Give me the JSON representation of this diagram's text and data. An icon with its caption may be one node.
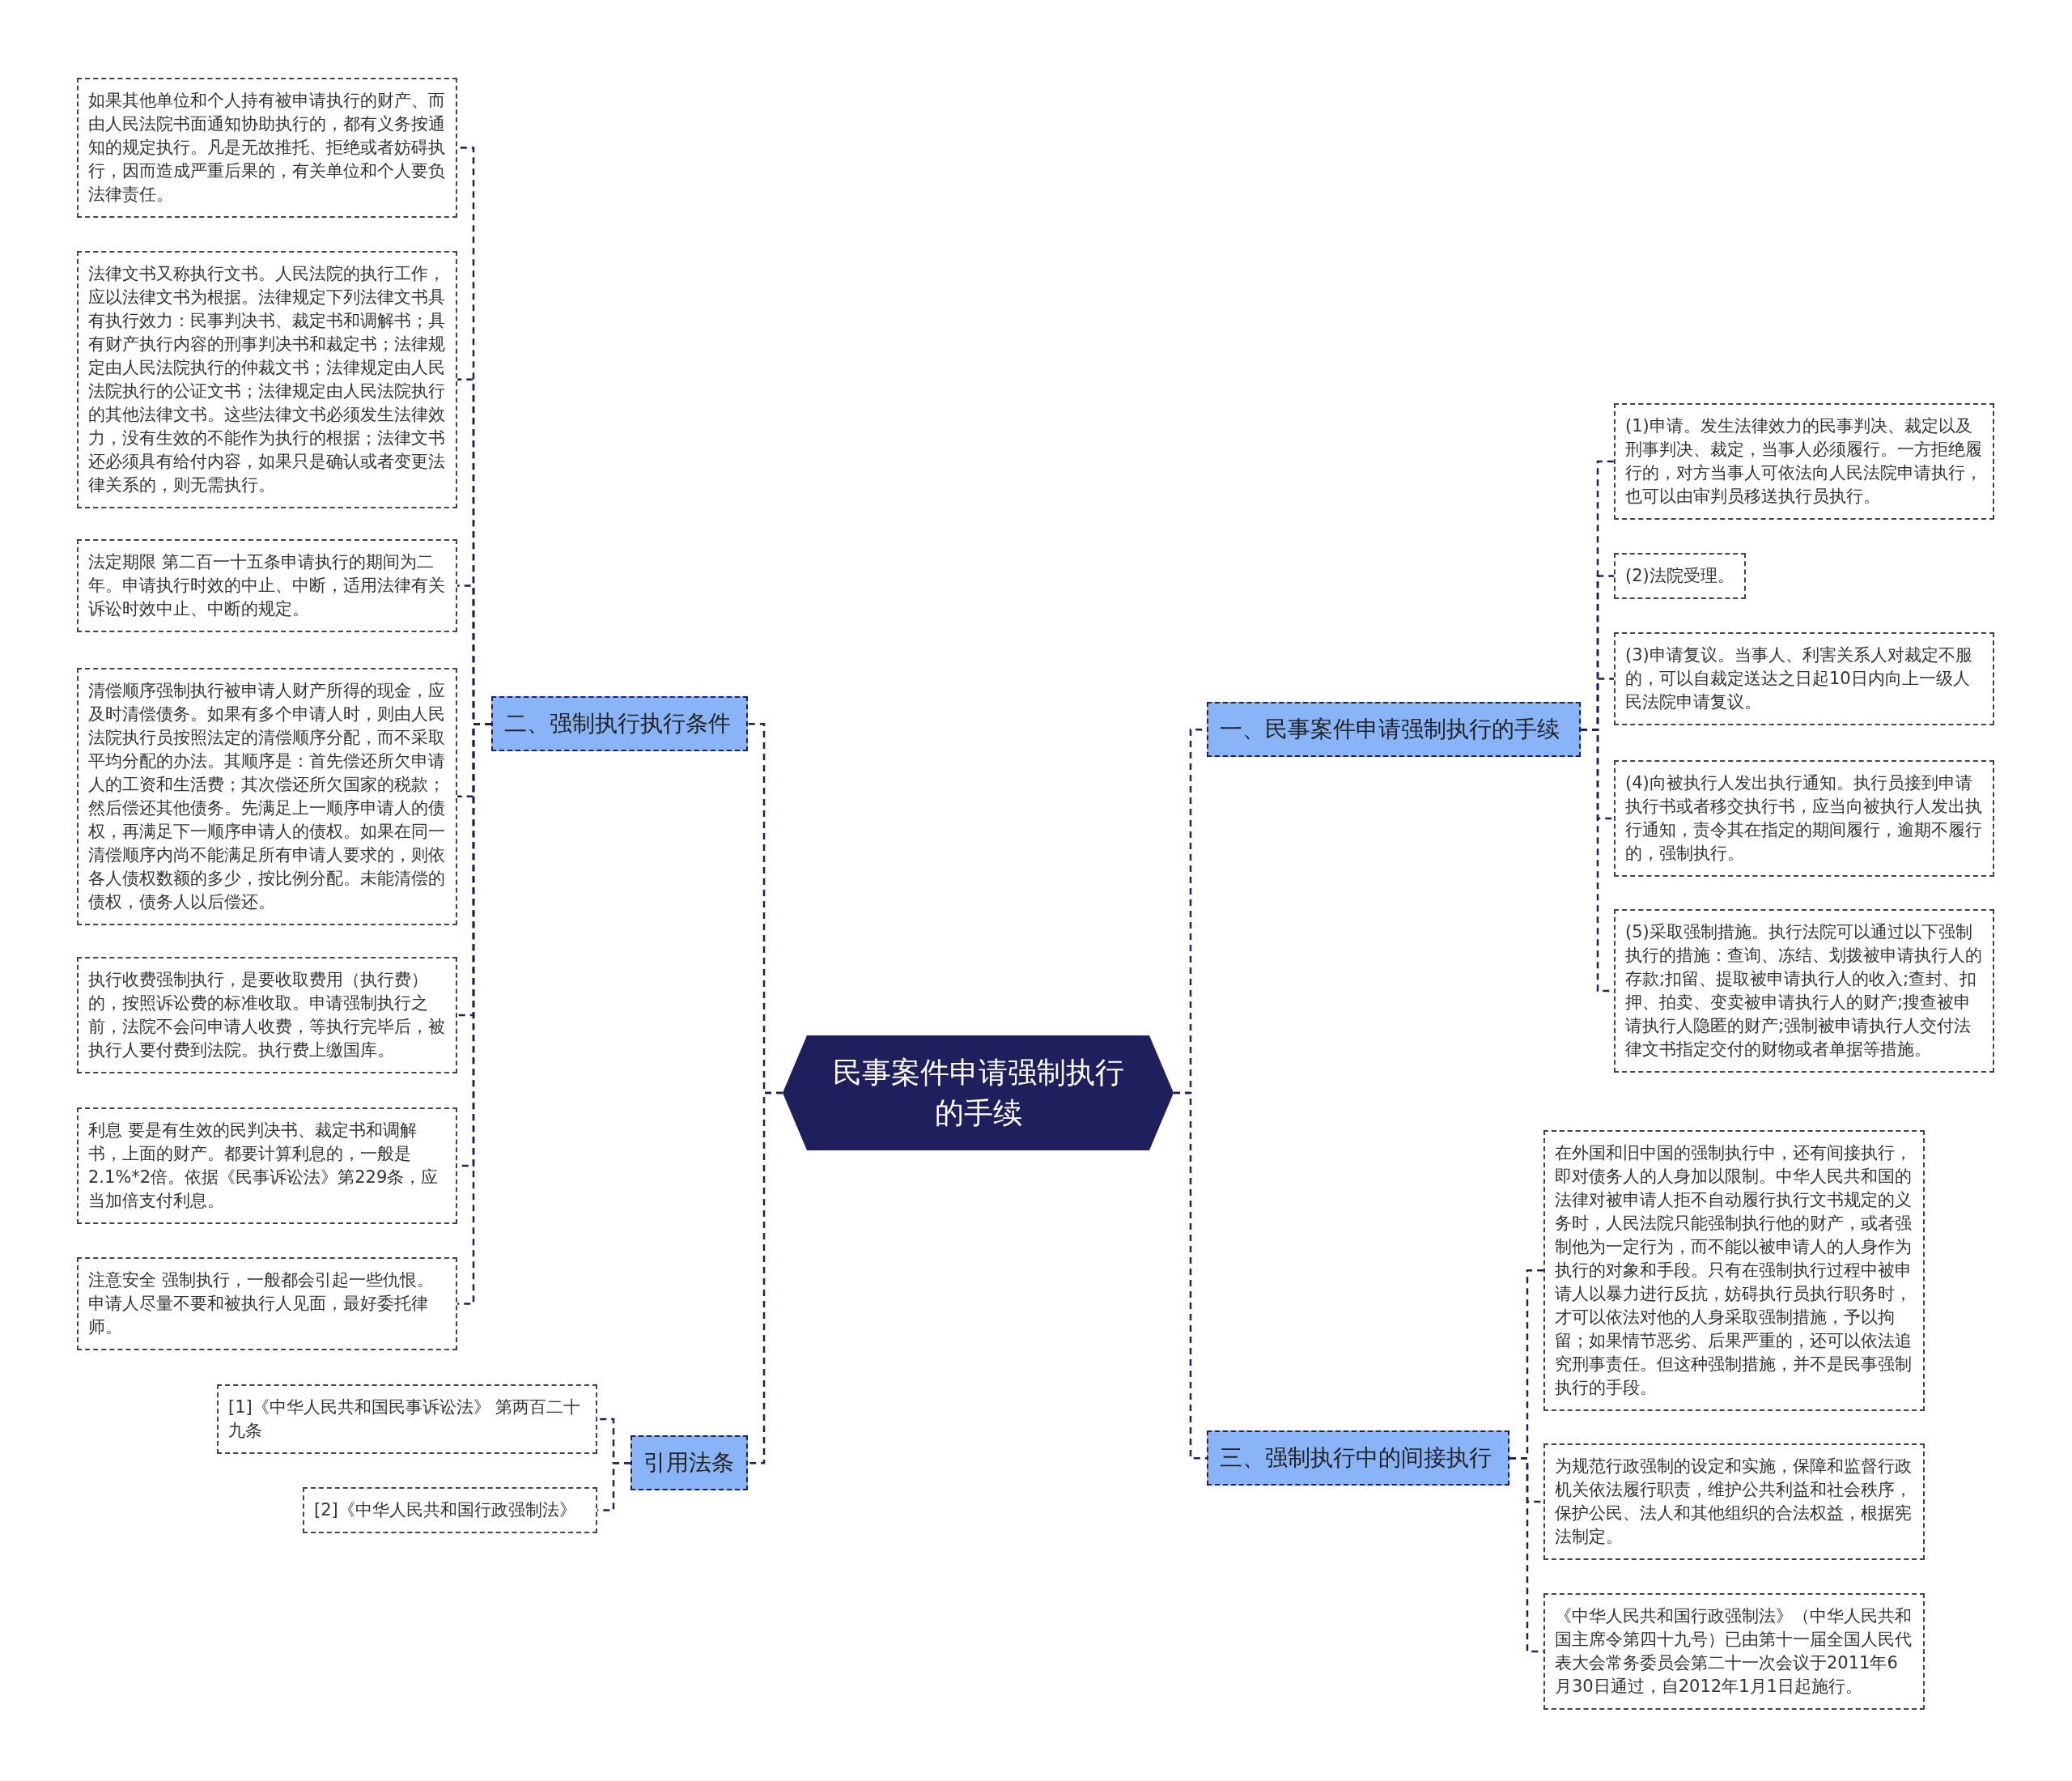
{
  "diagram": {
    "nodes": [
      {
        "text": [
          "民事案件申请强制执行的手续"
        ]
      },
      {
        "text": [
          "一、民事案件申请强制执行的手续"
        ]
      },
      {
        "text": [
          "(1)申请。发生法律效力的民事判决、裁定以及刑事判决、裁定，当事人必须履行。一方拒绝履行的，对方当事人可依法向人民法院申请执行，也可以由审判员移送执行员执行。"
        ]
      },
      {
        "text": [
          "(2)法院受理。"
        ]
      },
      {
        "text": [
          "(3)申请复议。当事人、利害关系人对裁定不服的，可以自裁定送达之日起10日内向上一级人民法院申请复议。"
        ]
      },
      {
        "text": [
          "(4)向被执行人发出执行通知。执行员接到申请执行书或者移交执行书，应当向被执行人发出执行通知，责令其在指定的期间履行，逾期不履行的，强制执行。"
        ]
      },
      {
        "text": [
          "(5)采取强制措施。执行法院可以通过以下强制执行的措施：查询、冻结、划拨被申请执行人的存款;扣留、提取被申请执行人的收入;查封、扣押、拍卖、变卖被申请执行人的财产;搜查被申请执行人隐匿的财产;强制被申请执行人交付法律文书指定交付的财物或者单据等措施。"
        ]
      },
      {
        "text": [
          "三、强制执行中的间接执行"
        ]
      },
      {
        "text": [
          "在外国和旧中国的强制执行中，还有间接执行，即对债务人的人身加以限制。中华人民共和国的法律对被申请人拒不自动履行执行文书规定的义务时，人民法院只能强制执行他的财产，或者强制他为一定行为，而不能以被申请人的人身作为执行的对象和手段。只有在强制执行过程中被申请人以暴力进行反抗，妨碍执行员执行职务时，才可以依法对他的人身采取强制措施，予以拘留；如果情节恶劣、后果严重的，还可以依法追究刑事责任。但这种强制措施，并不是民事强制执行的手段。"
        ]
      },
      {
        "text": [
          "为规范行政强制的设定和实施，保障和监督行政机关依法履行职责，维护公共利益和社会秩序，保护公民、法人和其他组织的合法权益，根据宪法制定。"
        ]
      },
      {
        "text": [
          "《中华人民共和国行政强制法》（中华人民共和国主席令第四十九号）已由第十一届全国人民代表大会常务委员会第二十一次会议于2011年6月30日通过，自2012年1月1日起施行。"
        ]
      },
      {
        "text": [
          "二、强制执行执行条件"
        ]
      },
      {
        "text": [
          "如果其他单位和个人持有被申请执行的财产、而由人民法院书面通知协助执行的，都有义务按通知的规定执行。凡是无故推托、拒绝或者妨碍执行，因而造成严重后果的，有关单位和个人要负法律责任。"
        ]
      },
      {
        "text": [
          "法律文书又称执行文书。人民法院的执行工作，应以法律文书为根据。法律规定下列法律文书具有执行效力：民事判决书、裁定书和调解书；具有财产执行内容的刑事判决书和裁定书；法律规定由人民法院执行的仲裁文书；法律规定由人民法院执行的公证文书；法律规定由人民法院执行的其他法律文书。这些法律文书必须发生法律效力，没有生效的不能作为执行的根据；法律文书还必须具有给付内容，如果只是确认或者变更法律关系的，则无需执行。"
        ]
      },
      {
        "text": [
          "法定期限 第二百一十五条申请执行的期间为二年。申请执行时效的中止、中断，适用法律有关诉讼时效中止、中断的规定。"
        ]
      },
      {
        "text": [
          "清偿顺序强制执行被申请人财产所得的现金，应及时清偿债务。如果有多个申请人时，则由人民法院执行员按照法定的清偿顺序分配，而不采取平均分配的办法。其顺序是：首先偿还所欠申请人的工资和生活费；其次偿还所欠国家的税款；然后偿还其他债务。先满足上一顺序申请人的债权，再满足下一顺序申请人的债权。如果在同一清偿顺序内尚不能满足所有申请人要求的，则依各人债权数额的多少，按比例分配。未能清偿的债权，债务人以后偿还。"
        ]
      },
      {
        "text": [
          "执行收费强制执行，是要收取费用（执行费）的，按照诉讼费的标准收取。申请强制执行之前，法院不会问申请人收费，等执行完毕后，被执行人要付费到法院。执行费上缴国库。"
        ]
      },
      {
        "text": [
          "利息 要是有生效的民判决书、裁定书和调解书，上面的财产。都要计算利息的，一般是2.1%*2倍。依据《民事诉讼法》第229条，应当加倍支付利息。"
        ]
      },
      {
        "text": [
          "注意安全 强制执行，一般都会引起一些仇恨。申请人尽量不要和被执行人见面，最好委托律师。"
        ]
      },
      {
        "text": [
          "引用法条"
        ]
      },
      {
        "text": [
          "[1]《中华人民共和国民事诉讼法》 第两百二十九条"
        ]
      },
      {
        "text": [
          "[2]《中华人民共和国行政强制法》"
        ]
      }
    ],
    "edges": [
      {
        "from": 0,
        "to": 1,
        "arrow": "none"
      },
      {
        "from": 1,
        "to": 2,
        "arrow": "none"
      },
      {
        "from": 1,
        "to": 3,
        "arrow": "none"
      },
      {
        "from": 1,
        "to": 4,
        "arrow": "none"
      },
      {
        "from": 1,
        "to": 5,
        "arrow": "none"
      },
      {
        "from": 1,
        "to": 6,
        "arrow": "none"
      },
      {
        "from": 0,
        "to": 7,
        "arrow": "none"
      },
      {
        "from": 7,
        "to": 8,
        "arrow": "none"
      },
      {
        "from": 7,
        "to": 9,
        "arrow": "none"
      },
      {
        "from": 7,
        "to": 10,
        "arrow": "none"
      },
      {
        "from": 0,
        "to": 11,
        "arrow": "none"
      },
      {
        "from": 11,
        "to": 12,
        "arrow": "none"
      },
      {
        "from": 11,
        "to": 13,
        "arrow": "none"
      },
      {
        "from": 11,
        "to": 14,
        "arrow": "none"
      },
      {
        "from": 11,
        "to": 15,
        "arrow": "none"
      },
      {
        "from": 11,
        "to": 16,
        "arrow": "none"
      },
      {
        "from": 11,
        "to": 17,
        "arrow": "none"
      },
      {
        "from": 11,
        "to": 18,
        "arrow": "none"
      },
      {
        "from": 0,
        "to": 19,
        "arrow": "none"
      },
      {
        "from": 19,
        "to": 20,
        "arrow": "none"
      },
      {
        "from": 19,
        "to": 21,
        "arrow": "none"
      }
    ]
  }
}
